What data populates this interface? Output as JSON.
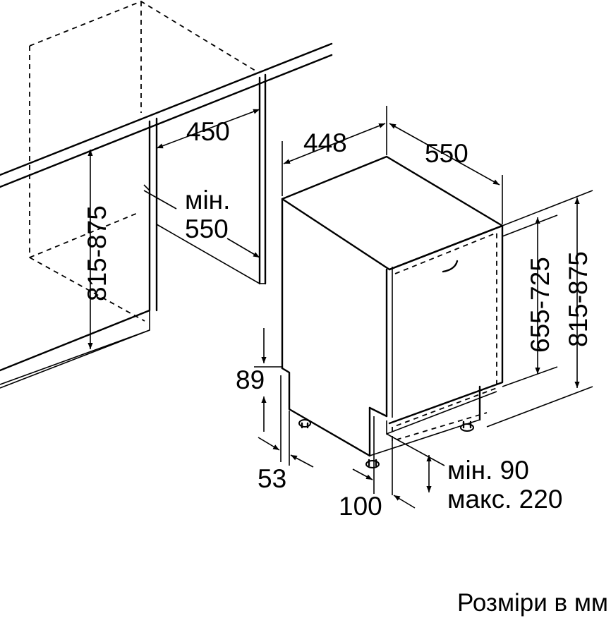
{
  "labels": {
    "niche_width": "450",
    "min_label": "мін.",
    "niche_depth": "550",
    "niche_height": "815-875",
    "appliance_width": "448",
    "appliance_depth": "550",
    "door_height": "655-725",
    "appliance_height": "815-875",
    "plinth_89": "89",
    "plinth_53": "53",
    "plinth_100": "100",
    "min_90": "мін. 90",
    "max_220": "макс. 220"
  },
  "caption": "Розміри в мм"
}
